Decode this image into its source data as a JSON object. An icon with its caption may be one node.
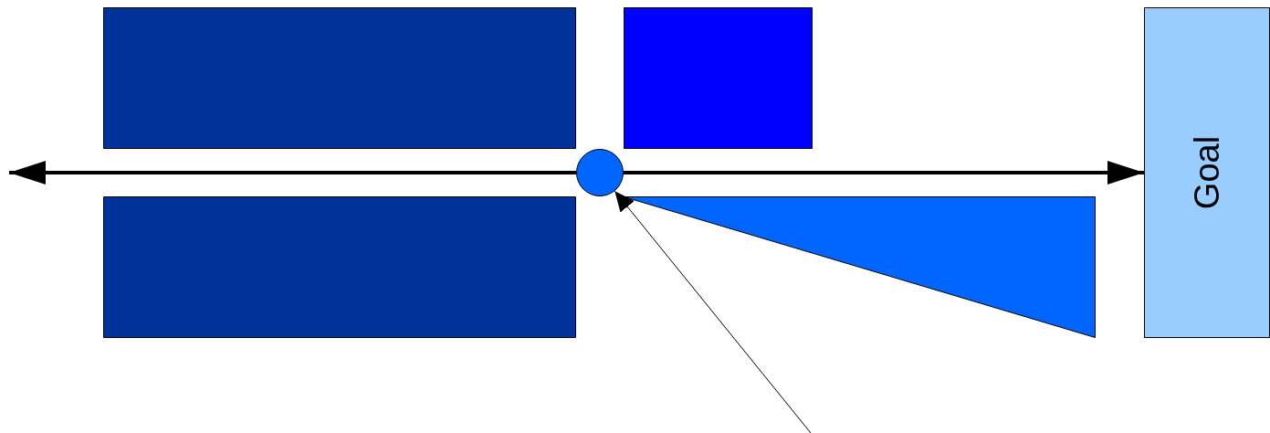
{
  "diagram": {
    "nodes": [
      {
        "text": [],
        "shape": "box"
      },
      {
        "text": [],
        "shape": "box"
      },
      {
        "text": [
          "Goal"
        ]
      },
      {
        "text": [],
        "shape": "circle"
      },
      {
        "text": [],
        "shape": "box"
      },
      {
        "text": [],
        "shape": "triangle"
      }
    ],
    "edges": [
      {
        "from": 3,
        "to": null,
        "arrow": "to"
      },
      {
        "from": 3,
        "to": 2,
        "arrow": "to"
      },
      {
        "from": null,
        "to": 3,
        "arrow": "to"
      }
    ]
  }
}
